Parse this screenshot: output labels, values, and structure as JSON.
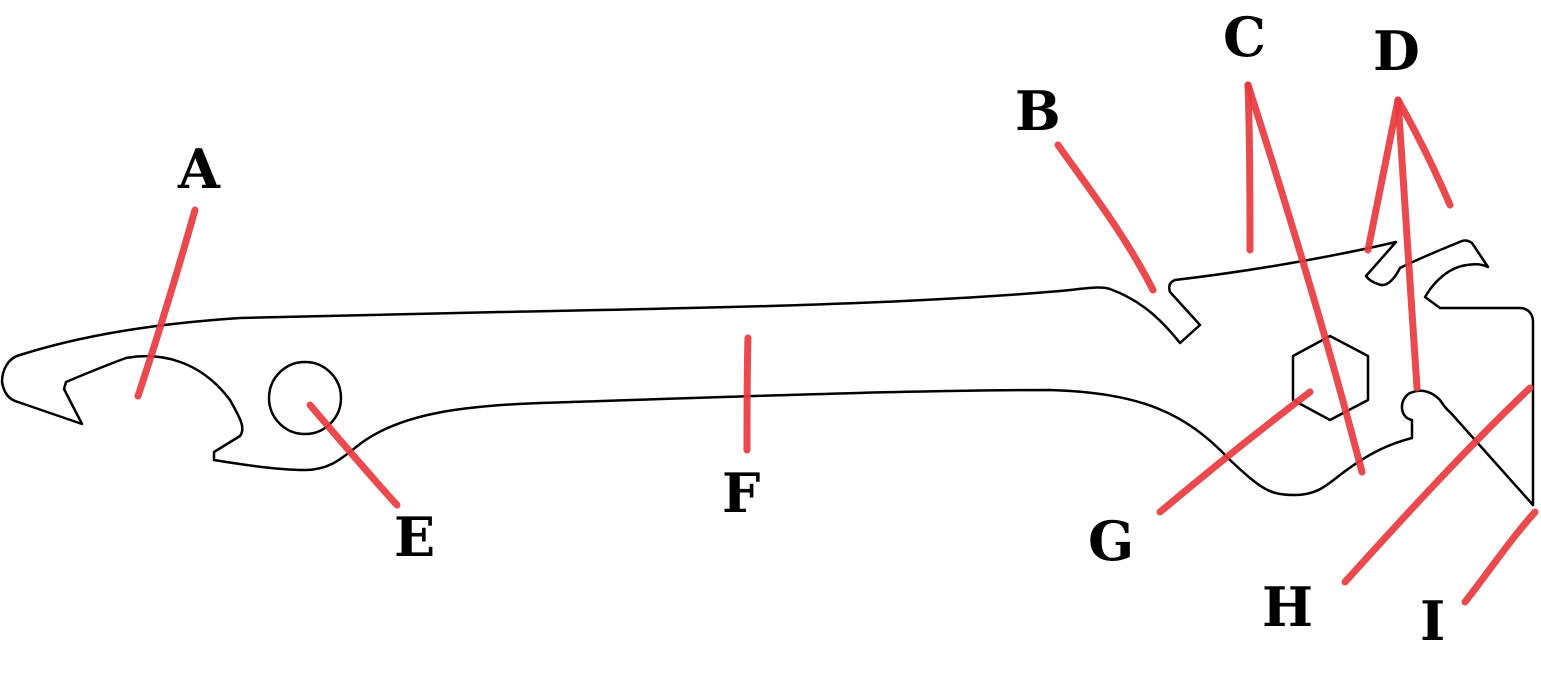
{
  "labels": {
    "a": "A",
    "b": "B",
    "c": "C",
    "d": "D",
    "e": "E",
    "f": "F",
    "g": "G",
    "h": "H",
    "i": "I"
  },
  "colors": {
    "outline": "#000000",
    "leader": "#e8393f",
    "background": "#ffffff"
  }
}
